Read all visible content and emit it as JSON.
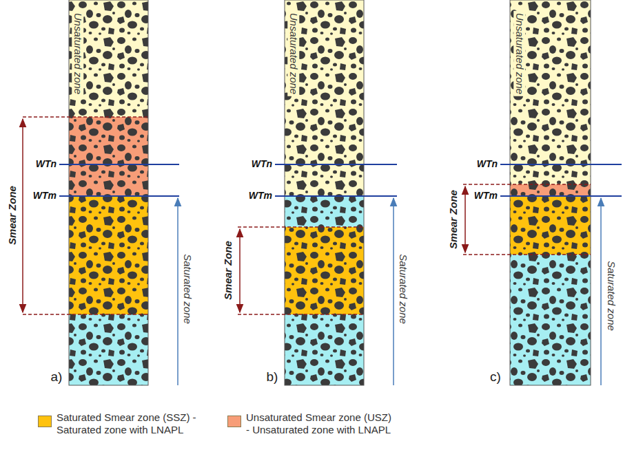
{
  "diagram": {
    "labels": [
      "Unsaturated zone",
      "Smear Zone",
      "WTn",
      "WTm",
      "Saturated zone",
      "a)",
      "Unsaturated zone",
      "WTn",
      "WTm",
      "Smear Zone",
      "Saturated zone",
      "b)",
      "Unsaturated zone",
      "WTn",
      "WTm",
      "Smear Zone",
      "Saturated zone",
      "c)"
    ],
    "legend": [
      {
        "text": "Saturated Smear zone (SSZ) - Saturated zone with LNAPL",
        "color": "#ffc20e"
      },
      {
        "text": "Unsaturated Smear zone (USZ) - Unsaturated zone with LNAPL",
        "color": "#f79d78"
      }
    ]
  }
}
